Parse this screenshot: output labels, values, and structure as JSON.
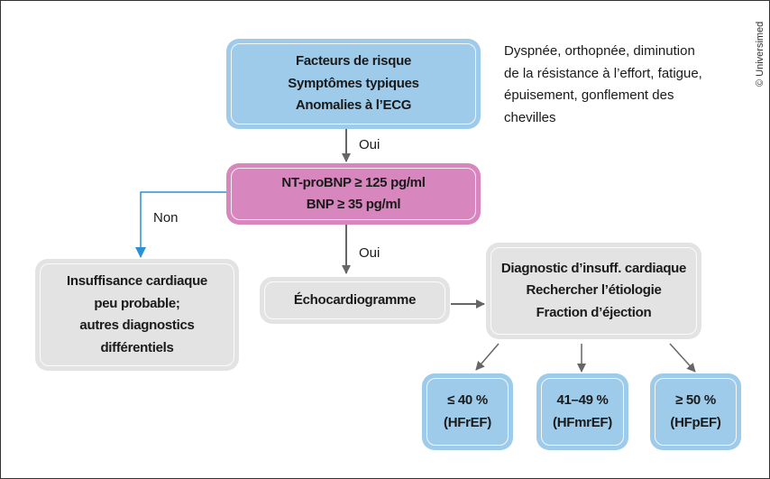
{
  "colors": {
    "blue_box": "#9ecbea",
    "pink_box": "#d787be",
    "gray_box": "#e3e3e3",
    "arrow_gray": "#666666",
    "arrow_blue": "#2b8fd6"
  },
  "nodes": {
    "risk": [
      "Facteurs de risque",
      "Symptômes typiques",
      "Anomalies à l’ECG"
    ],
    "bnp": [
      "NT-proBNP ≥ 125 pg/ml",
      "BNP ≥ 35 pg/ml"
    ],
    "unlikely": [
      "Insuffisance cardiaque",
      "peu probable;",
      "autres diagnostics",
      "différentiels"
    ],
    "echo": [
      "Échocardiogramme"
    ],
    "diagnosis": [
      "Diagnostic d’insuff. cardiaque",
      "Rechercher l’étiologie",
      "Fraction d’éjection"
    ],
    "hfref": [
      "≤ 40 %",
      "(HFrEF)"
    ],
    "hfmref": [
      "41–49 %",
      "(HFmrEF)"
    ],
    "hfpef": [
      "≥ 50 %",
      "(HFpEF)"
    ]
  },
  "edges": {
    "yes1": "Oui",
    "yes2": "Oui",
    "no": "Non"
  },
  "side_note": [
    "Dyspnée, orthopnée, diminution",
    "de la résistance à l’effort, fatigue,",
    "épuisement, gonflement des",
    "chevilles"
  ],
  "copyright": "© Universimed"
}
